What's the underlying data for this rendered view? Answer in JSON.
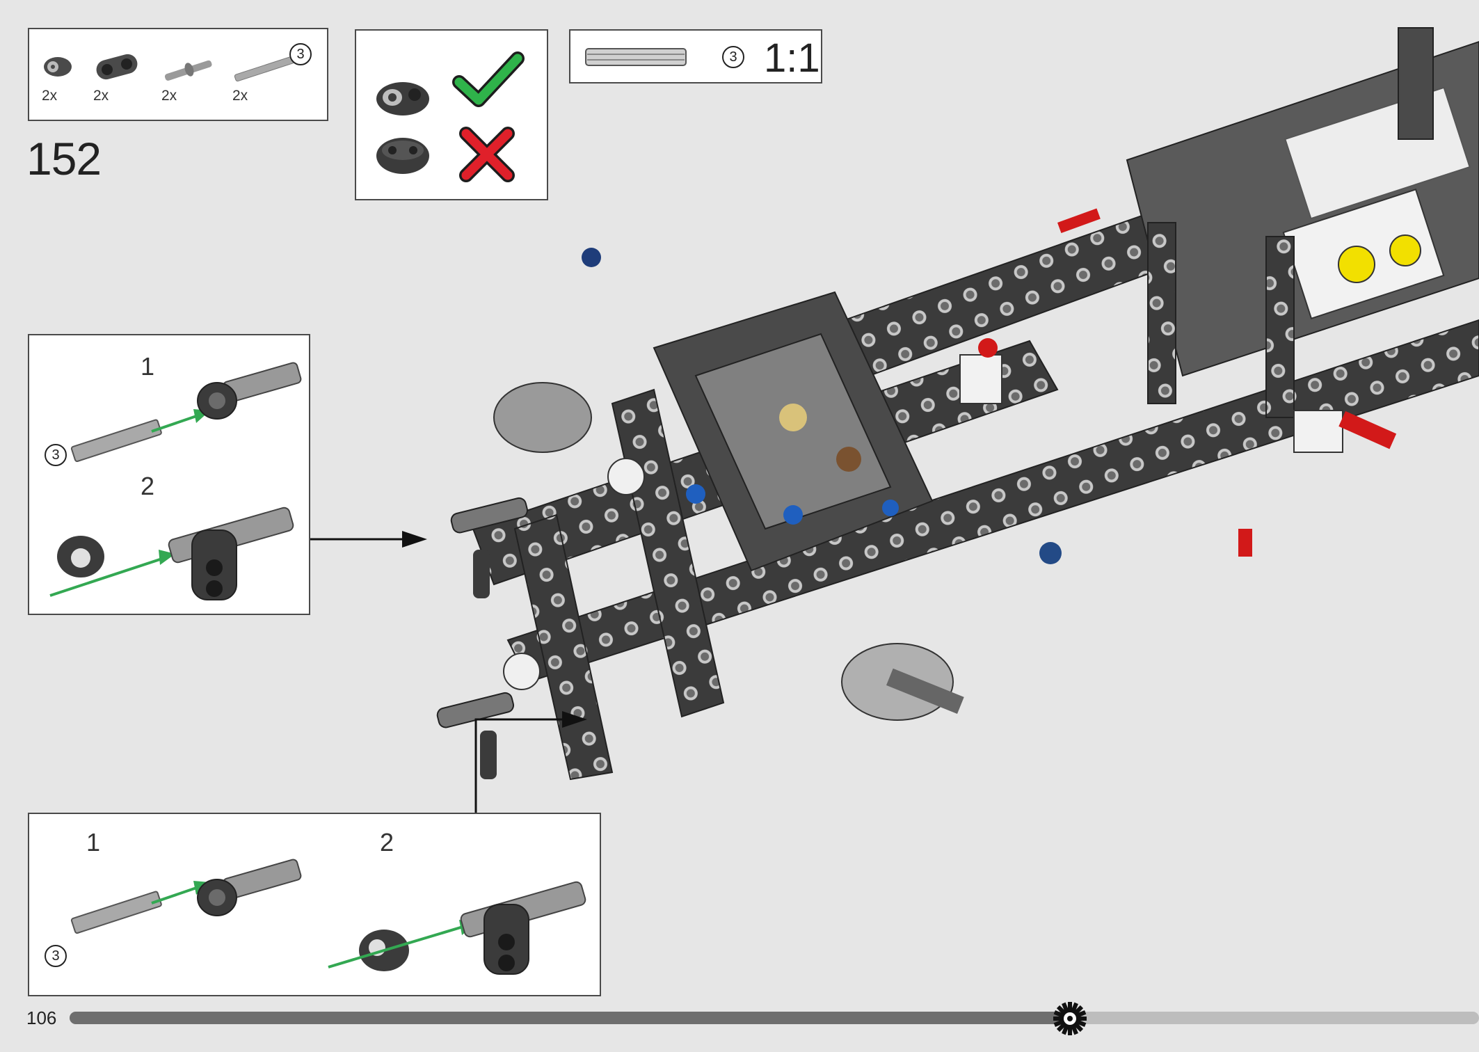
{
  "parts_list": {
    "items": [
      {
        "qty": "2x",
        "icon": "axle-connector-round-icon"
      },
      {
        "qty": "2x",
        "icon": "liftarm-double-icon"
      },
      {
        "qty": "2x",
        "icon": "axle-pin-icon"
      },
      {
        "qty": "2x",
        "icon": "axle-3-icon",
        "badge": "3"
      }
    ]
  },
  "step_number": "152",
  "orientation_callout": {
    "correct_icon": "checkmark-icon",
    "wrong_icon": "cross-icon",
    "colors": {
      "correct": "#2fb34a",
      "wrong": "#e0202a"
    }
  },
  "scale_callout": {
    "badge": "3",
    "ratio": "1:1"
  },
  "subassembly_top": {
    "steps": [
      {
        "num": "1",
        "badge": "3"
      },
      {
        "num": "2"
      }
    ]
  },
  "subassembly_bottom": {
    "steps": [
      {
        "num": "1",
        "badge": "3"
      },
      {
        "num": "2"
      }
    ]
  },
  "footer": {
    "page_number": "106",
    "progress": 0.71
  },
  "colors": {
    "arrow": "#33a852",
    "frame": "#4a4a4a",
    "part_dark": "#3b3b3b",
    "part_light": "#9a9a9a"
  }
}
